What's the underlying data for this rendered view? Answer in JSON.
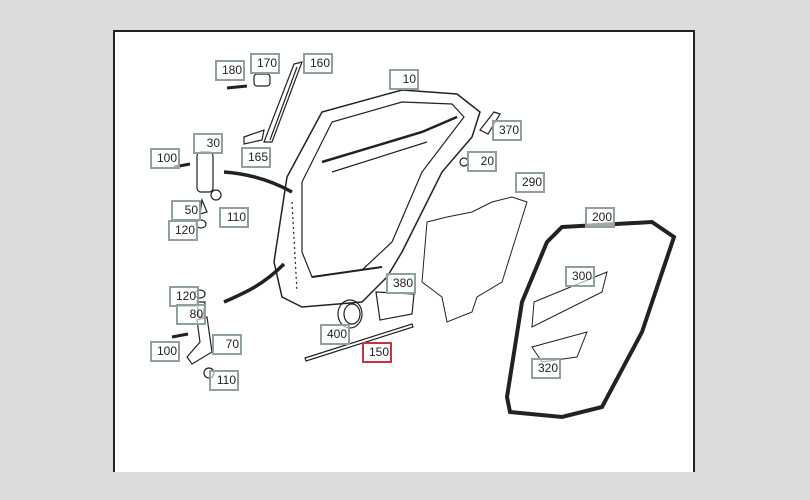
{
  "diagram": {
    "callouts": [
      {
        "id": "180",
        "selected": false
      },
      {
        "id": "170",
        "selected": false
      },
      {
        "id": "160",
        "selected": false
      },
      {
        "id": "10",
        "selected": false
      },
      {
        "id": "370",
        "selected": false
      },
      {
        "id": "20",
        "selected": false
      },
      {
        "id": "100",
        "selected": false
      },
      {
        "id": "30",
        "selected": false
      },
      {
        "id": "165",
        "selected": false
      },
      {
        "id": "290",
        "selected": false
      },
      {
        "id": "200",
        "selected": false
      },
      {
        "id": "50",
        "selected": false
      },
      {
        "id": "110",
        "selected": false
      },
      {
        "id": "120",
        "selected": false
      },
      {
        "id": "380",
        "selected": false
      },
      {
        "id": "300",
        "selected": false
      },
      {
        "id": "120",
        "selected": false
      },
      {
        "id": "80",
        "selected": false
      },
      {
        "id": "100",
        "selected": false
      },
      {
        "id": "70",
        "selected": false
      },
      {
        "id": "400",
        "selected": false
      },
      {
        "id": "150",
        "selected": true
      },
      {
        "id": "320",
        "selected": false
      },
      {
        "id": "110",
        "selected": false
      }
    ],
    "colors": {
      "callout_border": "#8fa0a0",
      "selected_border": "#c8343c",
      "background": "#dcdcdc"
    }
  }
}
